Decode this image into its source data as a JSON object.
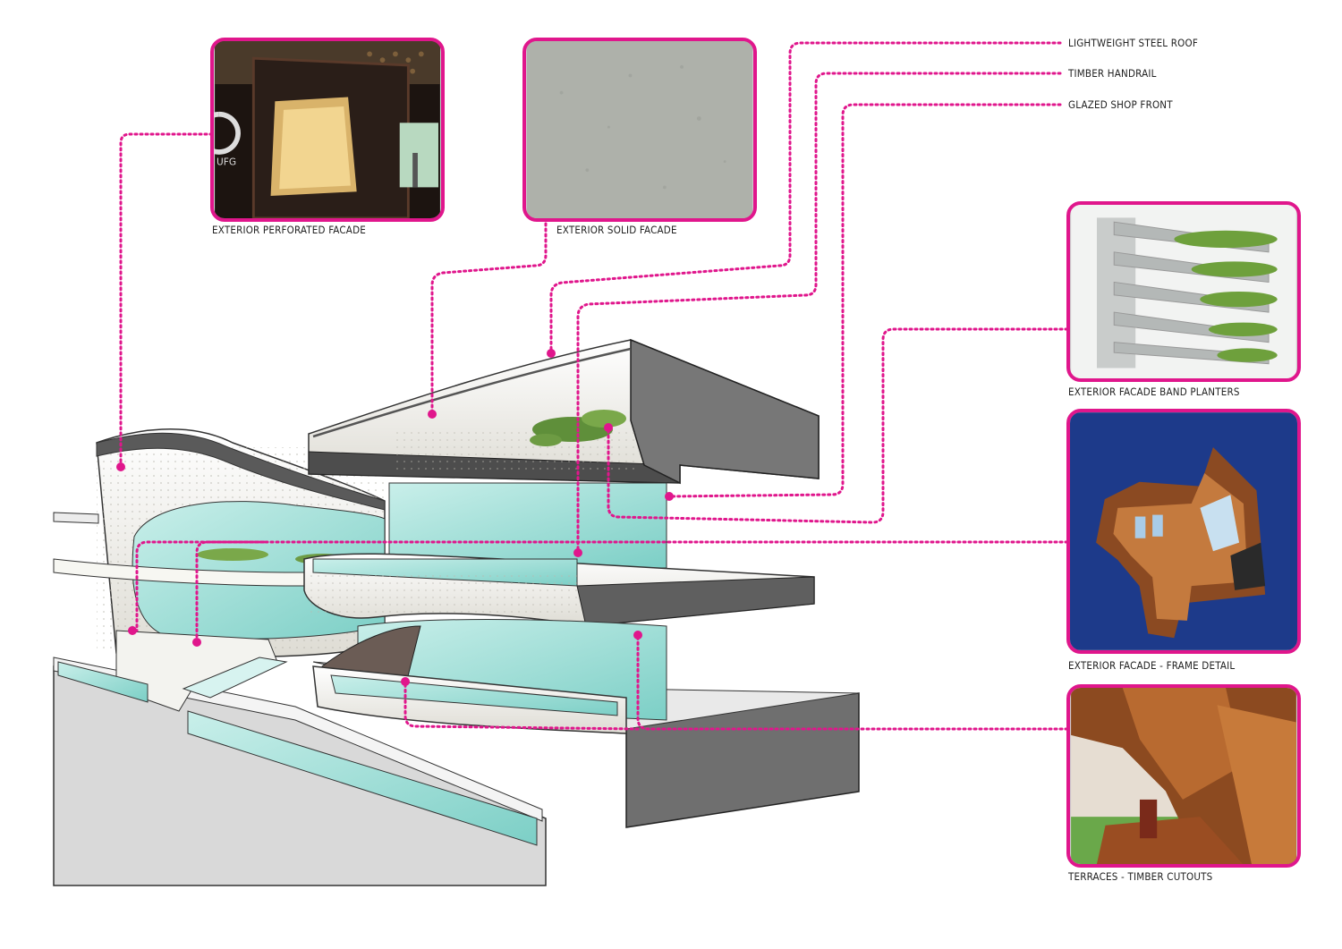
{
  "labels": {
    "lightweight_steel_roof": "LIGHTWEIGHT STEEL ROOF",
    "timber_handrail": "TIMBER HANDRAIL",
    "glazed_shop_front": "GLAZED SHOP FRONT"
  },
  "captions": {
    "perforated_facade": "EXTERIOR PERFORATED  FACADE",
    "solid_facade": "EXTERIOR SOLID FACADE",
    "band_planters": "EXTERIOR FACADE BAND PLANTERS",
    "frame_detail": "EXTERIOR FACADE - FRAME DETAIL",
    "timber_cutouts": "TERRACES  - TIMBER CUTOUTS"
  },
  "photo_text": {
    "sign": "UFG"
  },
  "colors": {
    "leader": "#e0168c",
    "glass": "#9fdcd6",
    "facade": "#f1f0ea",
    "slab_dark": "#555555"
  }
}
